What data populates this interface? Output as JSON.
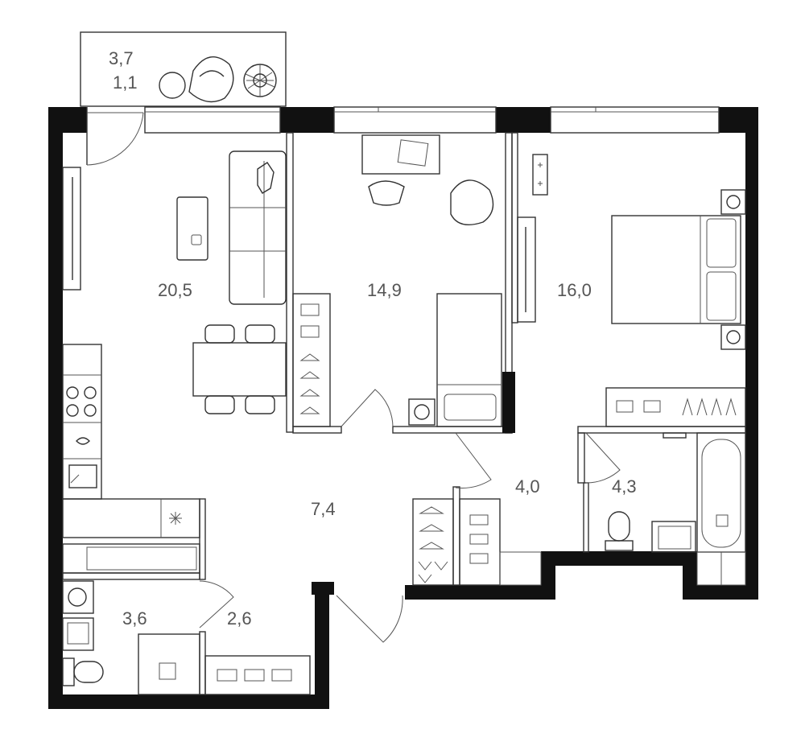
{
  "colors": {
    "wall": "#111111",
    "line": "#333333",
    "label": "#555555",
    "background": "#ffffff"
  },
  "rooms": [
    {
      "id": "balcony",
      "area": "3,7",
      "area2": "1,1"
    },
    {
      "id": "living-kitchen",
      "area": "20,5"
    },
    {
      "id": "bedroom-office",
      "area": "14,9"
    },
    {
      "id": "bedroom",
      "area": "16,0"
    },
    {
      "id": "hallway",
      "area": "7,4"
    },
    {
      "id": "corridor",
      "area": "4,0"
    },
    {
      "id": "bathroom",
      "area": "4,3"
    },
    {
      "id": "laundry",
      "area": "3,6"
    },
    {
      "id": "storage",
      "area": "2,6"
    }
  ],
  "icons": [
    "sofa-icon",
    "armchair-icon",
    "plant-icon",
    "table-icon",
    "bed-icon",
    "wardrobe-icon",
    "bathtub-icon",
    "toilet-icon",
    "washing-machine-icon",
    "stove-icon",
    "sink-icon",
    "desk-icon",
    "tv-icon",
    "door-icon",
    "window-icon"
  ]
}
